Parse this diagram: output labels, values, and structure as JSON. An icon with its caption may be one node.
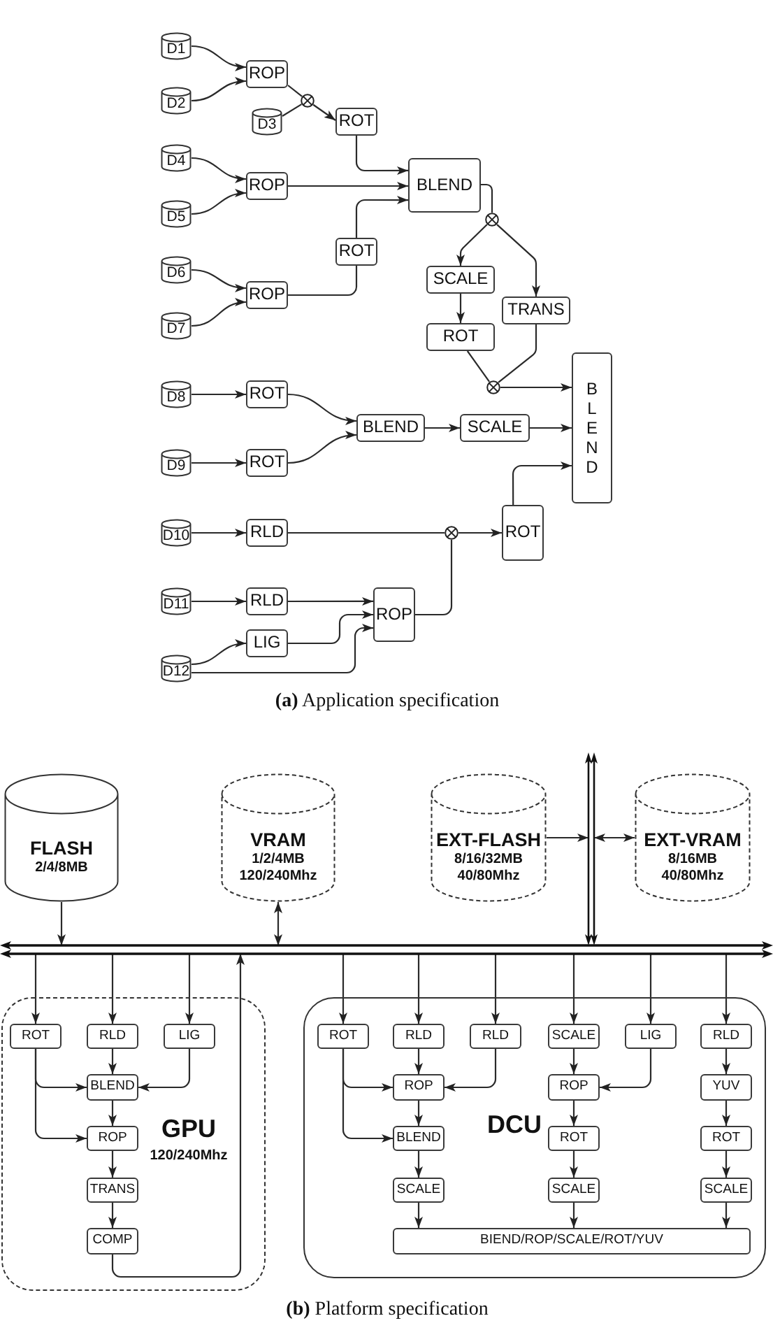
{
  "diagram": {
    "nodes": [
      {
        "text": [
          "D1"
        ]
      },
      {
        "text": [
          "ROP"
        ]
      },
      {
        "text": [
          "D2"
        ]
      },
      {
        "text": [],
        "shape": "circle"
      },
      {
        "text": [
          "D3"
        ]
      },
      {
        "text": [
          "ROT"
        ]
      },
      {
        "text": [
          "D4"
        ]
      },
      {
        "text": [
          "ROP"
        ]
      },
      {
        "text": [
          "BLEND"
        ]
      },
      {
        "text": [
          "D5"
        ]
      },
      {
        "text": [
          "ROT"
        ]
      },
      {
        "text": [],
        "shape": "circle"
      },
      {
        "text": [
          "D6"
        ]
      },
      {
        "text": [
          "ROP"
        ]
      },
      {
        "text": [
          "SCALE"
        ]
      },
      {
        "text": [
          "D7"
        ]
      },
      {
        "text": [
          "TRANS"
        ]
      },
      {
        "text": [
          "ROT"
        ]
      },
      {
        "text": [],
        "shape": "circle"
      },
      {
        "text": [
          "BLEND"
        ]
      },
      {
        "text": [
          "D8"
        ]
      },
      {
        "text": [
          "ROT"
        ]
      },
      {
        "text": [
          "BLEND"
        ]
      },
      {
        "text": [
          "SCALE"
        ]
      },
      {
        "text": [
          "D9"
        ]
      },
      {
        "text": [
          "ROT"
        ]
      },
      {
        "text": [
          "D10"
        ]
      },
      {
        "text": [
          "RLD"
        ]
      },
      {
        "text": [],
        "shape": "circle"
      },
      {
        "text": [
          "ROT"
        ]
      },
      {
        "text": [
          "D11"
        ]
      },
      {
        "text": [
          "RLD"
        ]
      },
      {
        "text": [
          "ROP"
        ]
      },
      {
        "text": [
          "LIG"
        ]
      },
      {
        "text": [
          "D12"
        ]
      },
      {
        "text": [
          "FLASH",
          "2/4/8MB"
        ]
      },
      {
        "text": [
          "VRAM",
          "1/2/4MB",
          "120/240Mhz"
        ]
      },
      {
        "text": [
          "EXT-FLASH",
          "8/16/32MB",
          "40/80Mhz"
        ]
      },
      {
        "text": [],
        "shape": "bar"
      },
      {
        "text": [
          "EXT-VRAM",
          "8/16MB",
          "40/80Mhz"
        ]
      },
      {
        "text": [],
        "shape": "bar"
      },
      {
        "text": [
          "GPU",
          "120/240Mhz"
        ]
      },
      {
        "text": [
          "ROT"
        ],
        "in": 41
      },
      {
        "text": [
          "RLD"
        ],
        "in": 41
      },
      {
        "text": [
          "LIG"
        ],
        "in": 41
      },
      {
        "text": [
          "BLEND"
        ],
        "in": 41
      },
      {
        "text": [
          "ROP"
        ],
        "in": 41
      },
      {
        "text": [
          "TRANS"
        ],
        "in": 41
      },
      {
        "text": [
          "COMP"
        ],
        "in": 41
      },
      {
        "text": [
          "DCU"
        ]
      },
      {
        "text": [
          "ROT"
        ],
        "in": 49
      },
      {
        "text": [
          "RLD"
        ],
        "in": 49
      },
      {
        "text": [
          "RLD"
        ],
        "in": 49
      },
      {
        "text": [
          "SCALE"
        ],
        "in": 49
      },
      {
        "text": [
          "LIG"
        ],
        "in": 49
      },
      {
        "text": [
          "RLD"
        ],
        "in": 49
      },
      {
        "text": [
          "ROP"
        ],
        "in": 49
      },
      {
        "text": [
          "ROP"
        ],
        "in": 49
      },
      {
        "text": [
          "YUV"
        ],
        "in": 49
      },
      {
        "text": [
          "BLEND"
        ],
        "in": 49
      },
      {
        "text": [
          "ROT"
        ],
        "in": 49
      },
      {
        "text": [
          "ROT"
        ],
        "in": 49
      },
      {
        "text": [
          "SCALE"
        ],
        "in": 49
      },
      {
        "text": [
          "SCALE"
        ],
        "in": 49
      },
      {
        "text": [
          "SCALE"
        ],
        "in": 49
      },
      {
        "text": [
          "BIEND/ROP/SCALE/ROT/YUV"
        ],
        "in": 49
      }
    ],
    "edges": [
      {
        "from": 0,
        "to": 1,
        "arrow": "to"
      },
      {
        "from": 2,
        "to": 1,
        "arrow": "to"
      },
      {
        "from": 1,
        "to": 3,
        "arrow": "none"
      },
      {
        "from": 4,
        "to": 3,
        "arrow": "none"
      },
      {
        "from": 3,
        "to": 5,
        "arrow": "to"
      },
      {
        "from": 5,
        "to": 8,
        "arrow": "to"
      },
      {
        "from": 6,
        "to": 7,
        "arrow": "to"
      },
      {
        "from": 9,
        "to": 7,
        "arrow": "to"
      },
      {
        "from": 7,
        "to": 8,
        "arrow": "to"
      },
      {
        "from": 12,
        "to": 13,
        "arrow": "to"
      },
      {
        "from": 15,
        "to": 13,
        "arrow": "to"
      },
      {
        "from": 13,
        "to": 10,
        "arrow": "none"
      },
      {
        "from": 10,
        "to": 8,
        "arrow": "to"
      },
      {
        "from": 8,
        "to": 11,
        "arrow": "none"
      },
      {
        "from": 11,
        "to": 14,
        "arrow": "to"
      },
      {
        "from": 11,
        "to": 16,
        "arrow": "to"
      },
      {
        "from": 14,
        "to": 17,
        "arrow": "to"
      },
      {
        "from": 17,
        "to": 18,
        "arrow": "none"
      },
      {
        "from": 16,
        "to": 18,
        "arrow": "none"
      },
      {
        "from": 18,
        "to": 19,
        "arrow": "to"
      },
      {
        "from": 20,
        "to": 21,
        "arrow": "to"
      },
      {
        "from": 24,
        "to": 25,
        "arrow": "to"
      },
      {
        "from": 21,
        "to": 22,
        "arrow": "to"
      },
      {
        "from": 25,
        "to": 22,
        "arrow": "to"
      },
      {
        "from": 22,
        "to": 23,
        "arrow": "to"
      },
      {
        "from": 23,
        "to": 19,
        "arrow": "to"
      },
      {
        "from": 26,
        "to": 27,
        "arrow": "to"
      },
      {
        "from": 27,
        "to": 28,
        "arrow": "none"
      },
      {
        "from": 28,
        "to": 29,
        "arrow": "to"
      },
      {
        "from": 29,
        "to": 19,
        "arrow": "to"
      },
      {
        "from": 30,
        "to": 31,
        "arrow": "to"
      },
      {
        "from": 31,
        "to": 32,
        "arrow": "to"
      },
      {
        "from": 34,
        "to": 33,
        "arrow": "to"
      },
      {
        "from": 33,
        "to": 32,
        "arrow": "to"
      },
      {
        "from": 34,
        "to": 32,
        "arrow": "to"
      },
      {
        "from": 32,
        "to": 28,
        "arrow": "none"
      },
      {
        "from": 35,
        "to": 40,
        "arrow": "to"
      },
      {
        "from": 36,
        "to": 40,
        "arrow": "both"
      },
      {
        "from": 37,
        "to": 38,
        "arrow": "to"
      },
      {
        "from": 38,
        "to": 39,
        "arrow": "both"
      },
      {
        "from": 40,
        "to": 42,
        "arrow": "to"
      },
      {
        "from": 40,
        "to": 43,
        "arrow": "to"
      },
      {
        "from": 40,
        "to": 44,
        "arrow": "to"
      },
      {
        "from": 48,
        "to": 40,
        "arrow": "to"
      },
      {
        "from": 42,
        "to": 45,
        "arrow": "to"
      },
      {
        "from": 42,
        "to": 46,
        "arrow": "to"
      },
      {
        "from": 43,
        "to": 45,
        "arrow": "to"
      },
      {
        "from": 44,
        "to": 45,
        "arrow": "to"
      },
      {
        "from": 45,
        "to": 46,
        "arrow": "to"
      },
      {
        "from": 46,
        "to": 47,
        "arrow": "to"
      },
      {
        "from": 47,
        "to": 48,
        "arrow": "to"
      },
      {
        "from": 40,
        "to": 50,
        "arrow": "to"
      },
      {
        "from": 40,
        "to": 51,
        "arrow": "to"
      },
      {
        "from": 40,
        "to": 52,
        "arrow": "to"
      },
      {
        "from": 40,
        "to": 53,
        "arrow": "to"
      },
      {
        "from": 40,
        "to": 54,
        "arrow": "to"
      },
      {
        "from": 40,
        "to": 55,
        "arrow": "to"
      },
      {
        "from": 50,
        "to": 56,
        "arrow": "to"
      },
      {
        "from": 50,
        "to": 59,
        "arrow": "to"
      },
      {
        "from": 51,
        "to": 56,
        "arrow": "to"
      },
      {
        "from": 52,
        "to": 56,
        "arrow": "to"
      },
      {
        "from": 56,
        "to": 59,
        "arrow": "to"
      },
      {
        "from": 59,
        "to": 62,
        "arrow": "to"
      },
      {
        "from": 62,
        "to": 65,
        "arrow": "to"
      },
      {
        "from": 53,
        "to": 57,
        "arrow": "to"
      },
      {
        "from": 54,
        "to": 57,
        "arrow": "to"
      },
      {
        "from": 57,
        "to": 60,
        "arrow": "to"
      },
      {
        "from": 60,
        "to": 63,
        "arrow": "to"
      },
      {
        "from": 63,
        "to": 65,
        "arrow": "to"
      },
      {
        "from": 55,
        "to": 58,
        "arrow": "to"
      },
      {
        "from": 58,
        "to": 61,
        "arrow": "to"
      },
      {
        "from": 61,
        "to": 64,
        "arrow": "to"
      },
      {
        "from": 64,
        "to": 65,
        "arrow": "to"
      }
    ],
    "labels": [
      "**(a)** Application specification",
      "**(b)** Platform specification"
    ]
  }
}
